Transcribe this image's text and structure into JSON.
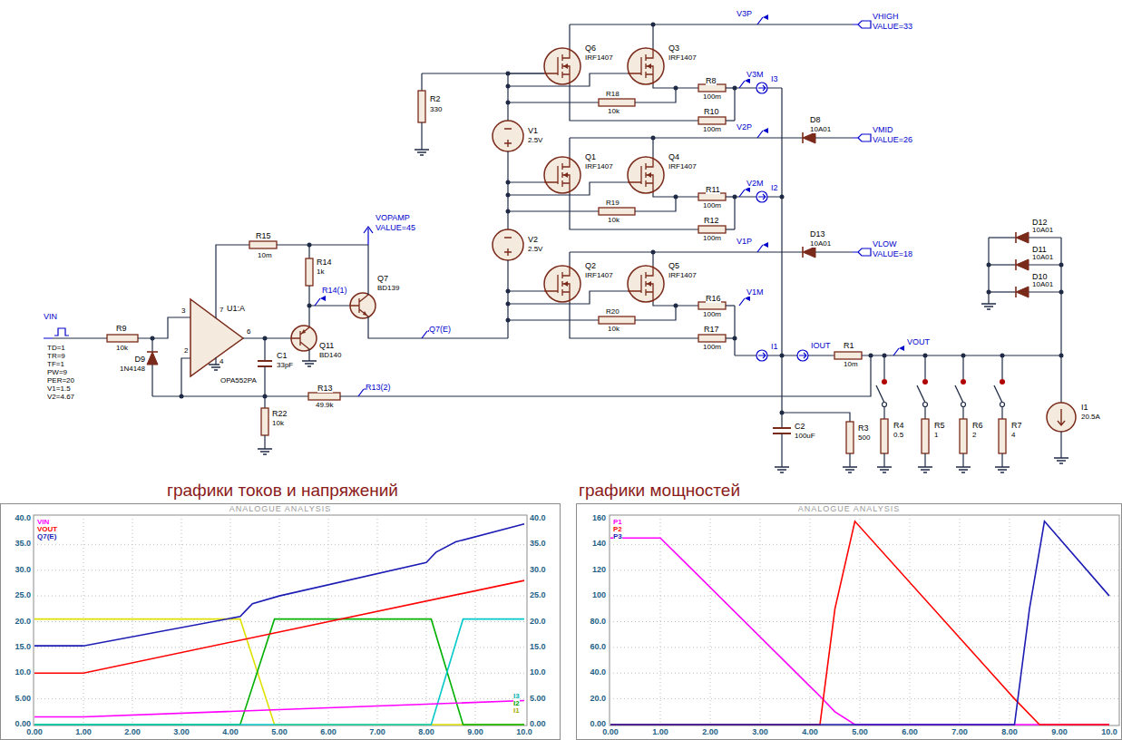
{
  "diagram": {
    "nodes": [
      {
        "text": [
          "графики токов и напряжений",
          "ANALOGUE ANALYSIS"
        ]
      },
      {
        "text": [
          "графики мощностей",
          "ANALOGUE ANALYSIS"
        ]
      }
    ],
    "labels": [
      "V3P",
      "VHIGH",
      "VALUE=33",
      "Q6",
      "IRF1407",
      "Q3",
      "IRF1407",
      "R8",
      "100m",
      "V3M",
      "I3",
      "R18",
      "10k",
      "R10",
      "100m",
      "R2",
      "330",
      "V1",
      "2.5V",
      "D8",
      "10A01",
      "V2P",
      "VMID",
      "VALUE=26",
      "Q1",
      "IRF1407",
      "Q4",
      "IRF1407",
      "R11",
      "100m",
      "V2M",
      "I2",
      "R19",
      "10k",
      "R12",
      "100m",
      "V2",
      "2.5V",
      "D13",
      "10A01",
      "V1P",
      "VLOW",
      "VALUE=18",
      "Q2",
      "IRF1407",
      "Q5",
      "IRF1407",
      "R16",
      "100m",
      "V1M",
      "I1",
      "R20",
      "10k",
      "R17",
      "100m",
      "IOUT",
      "R1",
      "10m",
      "VOUT",
      "D12",
      "10A01",
      "D11",
      "10A01",
      "D10",
      "10A01",
      "VOPAMP",
      "VALUE=45",
      "R15",
      "10m",
      "R14",
      "1k",
      "R14(1)",
      "Q7",
      "BD139",
      "Q11",
      "BD140",
      "U1:A",
      "OPA552PA",
      "3",
      "2",
      "6",
      "7",
      "4",
      "C1",
      "33pF",
      "R22",
      "10k",
      "R13",
      "49.9k",
      "R13(2)",
      "Q7(E)",
      "VIN",
      "TD=1",
      "TR=9",
      "TF=1",
      "PW=9",
      "PER=20",
      "V1=1.5",
      "V2=4.67",
      "R9",
      "10k",
      "D9",
      "1N4148",
      "C2",
      "100uF",
      "R3",
      "500",
      "R4",
      "0.5",
      "R5",
      "1",
      "R6",
      "2",
      "R7",
      "4",
      "I1",
      "20.5A",
      "40.0",
      "35.0",
      "30.0",
      "25.0",
      "20.0",
      "15.0",
      "10.0",
      "5.00",
      "0.00",
      "40.0",
      "35.0",
      "30.0",
      "25.0",
      "20.0",
      "15.0",
      "10.0",
      "5.00",
      "0.00",
      "0.00",
      "1.00",
      "2.00",
      "3.00",
      "4.00",
      "5.00",
      "6.00",
      "7.00",
      "8.00",
      "9.00",
      "10.0",
      "VIN",
      "VOUT",
      "Q7(E)",
      "I3",
      "I2",
      "I1",
      "160",
      "140",
      "120",
      "100",
      "80.0",
      "60.0",
      "40.0",
      "20.0",
      "0.00",
      "0.00",
      "1.00",
      "2.00",
      "3.00",
      "4.00",
      "5.00",
      "6.00",
      "7.00",
      "8.00",
      "9.00",
      "10.0",
      "P1",
      "P2",
      "P3"
    ]
  }
}
